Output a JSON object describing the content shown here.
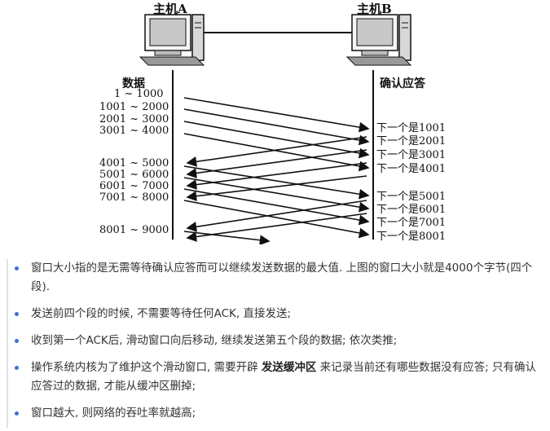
{
  "diagram": {
    "host_a": "主机A",
    "host_b": "主机B",
    "left_header": "数据",
    "right_header": "确认应答",
    "segments": [
      "1 ~ 1000",
      "1001 ~ 2000",
      "2001 ~ 3000",
      "3001 ~ 4000",
      "4001 ~ 5000",
      "5001 ~ 6000",
      "6001 ~ 7000",
      "7001 ~ 8000",
      "8001 ~ 9000"
    ],
    "acks": [
      "下一个是1001",
      "下一个是2001",
      "下一个是3001",
      "下一个是4001",
      "下一个是5001",
      "下一个是6001",
      "下一个是7001",
      "下一个是8001"
    ]
  },
  "bullets": [
    {
      "text": "窗口大小指的是无需等待确认应答而可以继续发送数据的最大值. 上图的窗口大小就是4000个字节(四个段)."
    },
    {
      "text": "发送前四个段的时候, 不需要等待任何ACK, 直接发送;"
    },
    {
      "text": "收到第一个ACK后, 滑动窗口向后移动, 继续发送第五个段的数据; 依次类推;"
    },
    {
      "before": "操作系统内核为了维护这个滑动窗口, 需要开辟 ",
      "strong": "发送缓冲区",
      "after": " 来记录当前还有哪些数据没有应答; 只有确认应答过的数据, 才能从缓冲区删掉;"
    },
    {
      "text": "窗口越大, 则网络的吞吐率就越高;"
    }
  ],
  "colors": {
    "bullet": "#3f6fd6",
    "sidebar": "#dfe2e5"
  }
}
